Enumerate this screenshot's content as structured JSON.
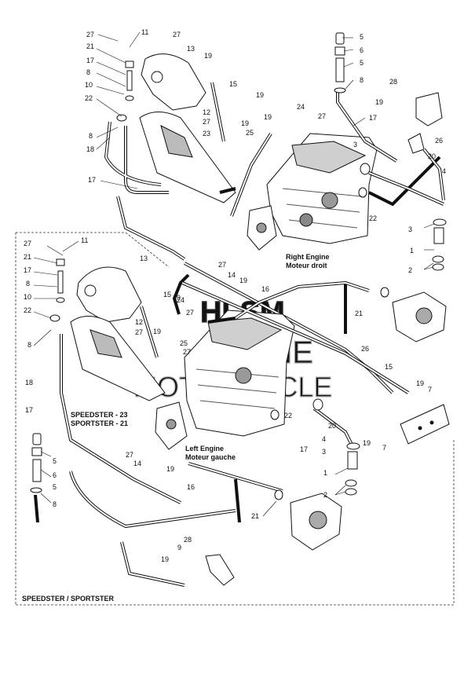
{
  "captions": {
    "right_engine": [
      "Right Engine",
      "Moteur droit"
    ],
    "left_engine": [
      "Left Engine",
      "Moteur gauche"
    ],
    "models": [
      "SPEEDSTER - 23",
      "SPORTSTER - 21"
    ],
    "footer": "SPEEDSTER / SPORTSTER"
  },
  "watermark": [
    "HLSM",
    "ONLINE",
    "MOTORCYCLE"
  ],
  "callouts": {
    "right": [
      "27",
      "11",
      "27",
      "13",
      "19",
      "21",
      "17",
      "8",
      "10",
      "22",
      "8",
      "18",
      "17",
      "23",
      "12",
      "27",
      "15",
      "19",
      "24",
      "27",
      "19",
      "19",
      "25",
      "5",
      "6",
      "5",
      "8",
      "28",
      "19",
      "17",
      "3",
      "26",
      "20",
      "4",
      "22",
      "3",
      "1",
      "2",
      "27",
      "14",
      "19",
      "16"
    ],
    "left": [
      "27",
      "11",
      "21",
      "17",
      "8",
      "10",
      "22",
      "8",
      "13",
      "15",
      "19",
      "24",
      "27",
      "12",
      "27",
      "19",
      "25",
      "27",
      "18",
      "17",
      "26",
      "15",
      "19",
      "7",
      "21",
      "4",
      "3",
      "1",
      "2",
      "20",
      "22",
      "19",
      "7",
      "5",
      "6",
      "5",
      "8",
      "27",
      "14",
      "19",
      "16",
      "17",
      "21",
      "9",
      "28",
      "19"
    ]
  }
}
